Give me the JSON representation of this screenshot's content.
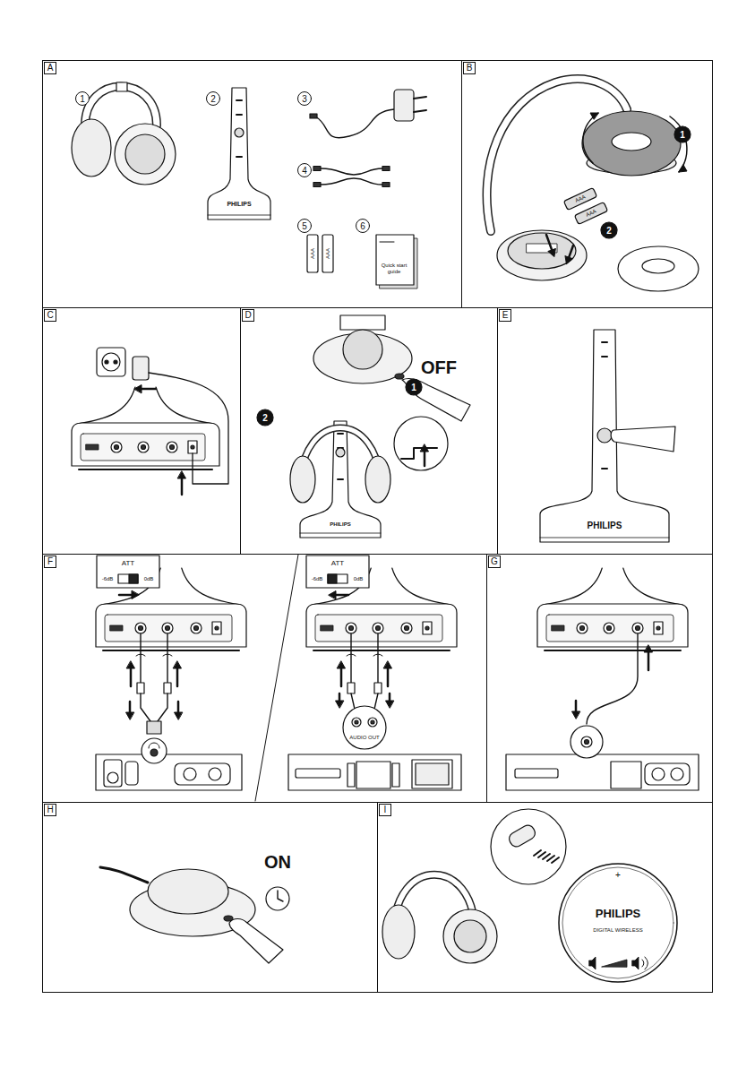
{
  "diagram": {
    "nodes": [
      {
        "text": [
          "A"
        ]
      },
      {
        "text": [
          "B"
        ]
      },
      {
        "text": [
          "C"
        ]
      },
      {
        "text": [
          "D"
        ]
      },
      {
        "text": [
          "E"
        ]
      },
      {
        "text": [
          "F"
        ]
      },
      {
        "text": [
          "G"
        ]
      },
      {
        "text": [
          "H"
        ]
      },
      {
        "text": [
          "I"
        ]
      }
    ],
    "labels": [
      "1",
      "2",
      "3",
      "4",
      "5",
      "6",
      "PHILIPS",
      "AAA",
      "AAA",
      "Quick start guide",
      "1",
      "2",
      "AAA",
      "AAA",
      "OFF",
      "1",
      "2",
      "PHILIPS",
      "PHILIPS",
      "ATT",
      "-6dB",
      "0dB",
      "ATT",
      "-6dB",
      "0dB",
      "AUDIO OUT",
      "ON",
      "PHILIPS",
      "DIGITAL WIRELESS",
      "+"
    ]
  }
}
